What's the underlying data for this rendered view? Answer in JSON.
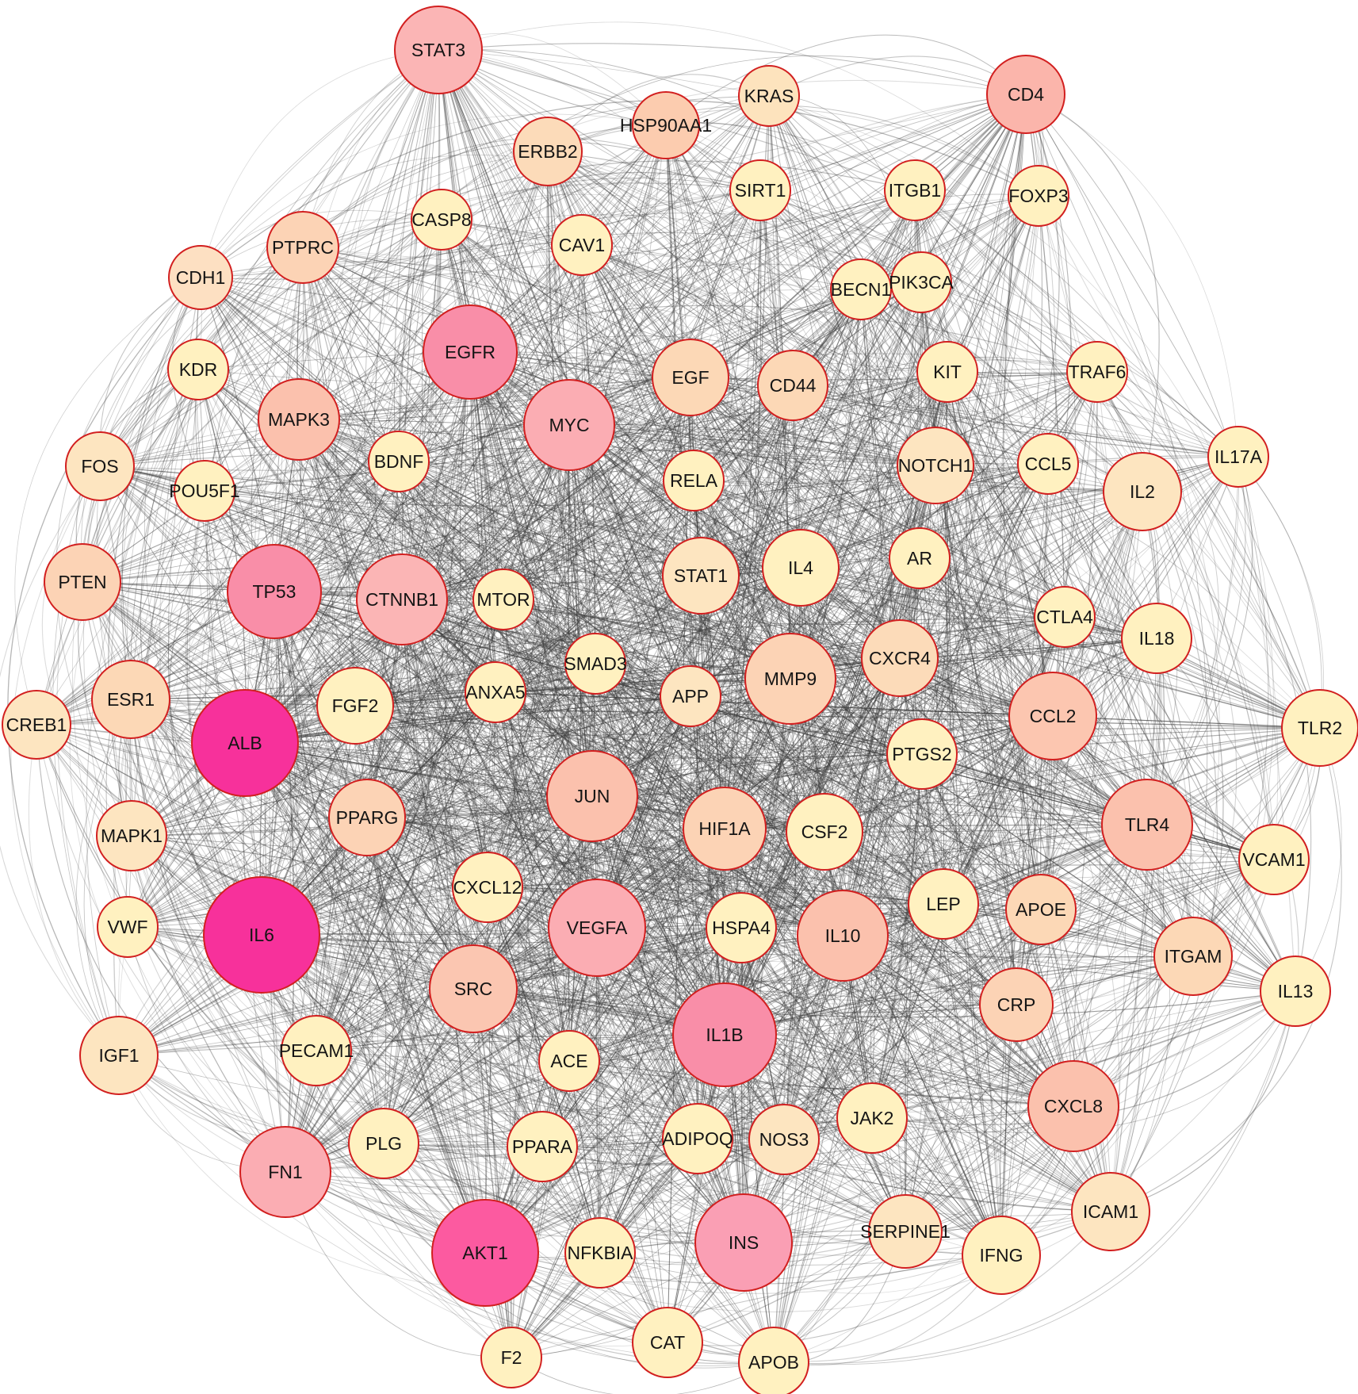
{
  "network": {
    "nodes": [
      {
        "id": "STAT3",
        "color": "#fbb5b5"
      },
      {
        "id": "CD4",
        "color": "#fbb5ab"
      },
      {
        "id": "KRAS",
        "color": "#fde3bd"
      },
      {
        "id": "HSP90AA1",
        "color": "#fcccaf"
      },
      {
        "id": "ERBB2",
        "color": "#fcdbb9"
      },
      {
        "id": "SIRT1",
        "color": "#fff1c0"
      },
      {
        "id": "ITGB1",
        "color": "#fff1c0"
      },
      {
        "id": "FOXP3",
        "color": "#fff1c0"
      },
      {
        "id": "CASP8",
        "color": "#fff1c0"
      },
      {
        "id": "CAV1",
        "color": "#fff1c0"
      },
      {
        "id": "PTPRC",
        "color": "#fcd3b5"
      },
      {
        "id": "CDH1",
        "color": "#fde0c2"
      },
      {
        "id": "BECN1",
        "color": "#fff1c0"
      },
      {
        "id": "PIK3CA",
        "color": "#fff1c0"
      },
      {
        "id": "EGFR",
        "color": "#f98ea8"
      },
      {
        "id": "KDR",
        "color": "#fff1c0"
      },
      {
        "id": "EGF",
        "color": "#fcd8b6"
      },
      {
        "id": "CD44",
        "color": "#fcd8b6"
      },
      {
        "id": "KIT",
        "color": "#fff1c0"
      },
      {
        "id": "TRAF6",
        "color": "#fff1c0"
      },
      {
        "id": "MAPK3",
        "color": "#fbc1ad"
      },
      {
        "id": "MYC",
        "color": "#fbadb3"
      },
      {
        "id": "FOS",
        "color": "#fde5c0"
      },
      {
        "id": "BDNF",
        "color": "#fff1c0"
      },
      {
        "id": "RELA",
        "color": "#fff1c0"
      },
      {
        "id": "NOTCH1",
        "color": "#fde5c0"
      },
      {
        "id": "CCL5",
        "color": "#fff1c0"
      },
      {
        "id": "IL17A",
        "color": "#fff1c0"
      },
      {
        "id": "IL2",
        "color": "#fde5c0"
      },
      {
        "id": "POU5F1",
        "color": "#fff1c0"
      },
      {
        "id": "PTEN",
        "color": "#fcd3b5"
      },
      {
        "id": "TP53",
        "color": "#f98ea8"
      },
      {
        "id": "CTNNB1",
        "color": "#fbb5b5"
      },
      {
        "id": "MTOR",
        "color": "#fff1c0"
      },
      {
        "id": "STAT1",
        "color": "#fde5c0"
      },
      {
        "id": "IL4",
        "color": "#fff1c0"
      },
      {
        "id": "AR",
        "color": "#fff1c0"
      },
      {
        "id": "CTLA4",
        "color": "#fff1c0"
      },
      {
        "id": "IL18",
        "color": "#fff1c0"
      },
      {
        "id": "ESR1",
        "color": "#fcd8b6"
      },
      {
        "id": "SMAD3",
        "color": "#fff1c0"
      },
      {
        "id": "ANXA5",
        "color": "#fff1c0"
      },
      {
        "id": "APP",
        "color": "#fde5c0"
      },
      {
        "id": "MMP9",
        "color": "#fcd3b5"
      },
      {
        "id": "CXCR4",
        "color": "#fcdbb9"
      },
      {
        "id": "CREB1",
        "color": "#fde5c0"
      },
      {
        "id": "FGF2",
        "color": "#fff1c0"
      },
      {
        "id": "ALB",
        "color": "#f7319b"
      },
      {
        "id": "CCL2",
        "color": "#fcc6b0"
      },
      {
        "id": "TLR2",
        "color": "#fff1c0"
      },
      {
        "id": "PTGS2",
        "color": "#fff1c0"
      },
      {
        "id": "JUN",
        "color": "#fbc1ad"
      },
      {
        "id": "PPARG",
        "color": "#fcd3b5"
      },
      {
        "id": "HIF1A",
        "color": "#fcd3b5"
      },
      {
        "id": "CSF2",
        "color": "#fff1c0"
      },
      {
        "id": "TLR4",
        "color": "#fbc1ad"
      },
      {
        "id": "MAPK1",
        "color": "#fde5c0"
      },
      {
        "id": "VCAM1",
        "color": "#fff1c0"
      },
      {
        "id": "CXCL12",
        "color": "#fff1c0"
      },
      {
        "id": "VEGFA",
        "color": "#fbadb3"
      },
      {
        "id": "LEP",
        "color": "#fff1c0"
      },
      {
        "id": "APOE",
        "color": "#fcd8b6"
      },
      {
        "id": "VWF",
        "color": "#fff1c0"
      },
      {
        "id": "IL6",
        "color": "#f7319b"
      },
      {
        "id": "HSPA4",
        "color": "#fff1c0"
      },
      {
        "id": "IL10",
        "color": "#fbc1ad"
      },
      {
        "id": "ITGAM",
        "color": "#fcd8b6"
      },
      {
        "id": "IL13",
        "color": "#fff1c0"
      },
      {
        "id": "SRC",
        "color": "#fbc6b1"
      },
      {
        "id": "CRP",
        "color": "#fcd3b5"
      },
      {
        "id": "IL1B",
        "color": "#f98ea8"
      },
      {
        "id": "IGF1",
        "color": "#fde5c0"
      },
      {
        "id": "PECAM1",
        "color": "#fff1c0"
      },
      {
        "id": "ACE",
        "color": "#fff1c0"
      },
      {
        "id": "JAK2",
        "color": "#fff1c0"
      },
      {
        "id": "CXCL8",
        "color": "#fbc1ad"
      },
      {
        "id": "PLG",
        "color": "#fff1c0"
      },
      {
        "id": "PPARA",
        "color": "#fff1c0"
      },
      {
        "id": "ADIPOQ",
        "color": "#fff1c0"
      },
      {
        "id": "NOS3",
        "color": "#fde5c0"
      },
      {
        "id": "FN1",
        "color": "#fbadb3"
      },
      {
        "id": "ICAM1",
        "color": "#fde5c0"
      },
      {
        "id": "SERPINE1",
        "color": "#fde5c0"
      },
      {
        "id": "IFNG",
        "color": "#fff1c0"
      },
      {
        "id": "AKT1",
        "color": "#fc5aa0"
      },
      {
        "id": "NFKBIA",
        "color": "#fff1c0"
      },
      {
        "id": "INS",
        "color": "#fa9fb4"
      },
      {
        "id": "CAT",
        "color": "#fff1c0"
      },
      {
        "id": "F2",
        "color": "#fff1c0"
      },
      {
        "id": "APOB",
        "color": "#fff1c0"
      }
    ]
  },
  "style": {
    "node_border": "#d21f1f",
    "edge_color": "#3c3c3c",
    "label_color": "#141414",
    "background": "#ffffff"
  }
}
